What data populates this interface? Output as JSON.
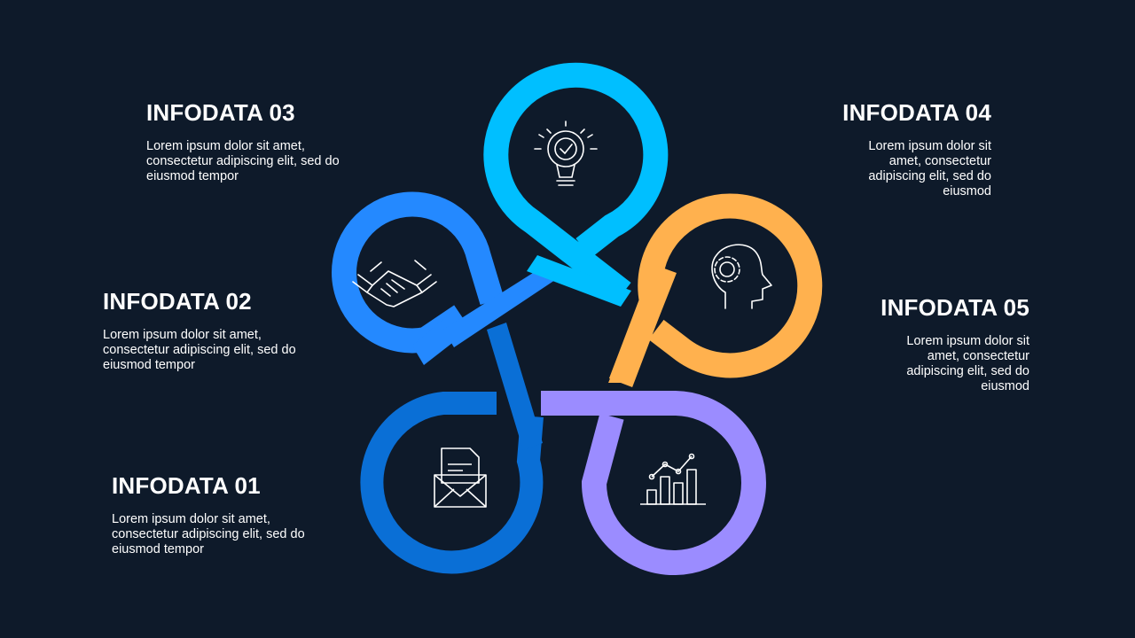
{
  "colors": {
    "background": "#0e1a2a",
    "petal_01": "#0a6fd6",
    "petal_02": "#2489ff",
    "petal_03": "#00bfff",
    "petal_04": "#ffb14e",
    "petal_05": "#9b8cff",
    "icon": "#ffffff"
  },
  "items": [
    {
      "title": "INFODATA 01",
      "text": "Lorem ipsum dolor sit amet, consectetur  adipiscing elit, sed do eiusmod tempor",
      "icon": "envelope-document-icon"
    },
    {
      "title": "INFODATA 02",
      "text": "Lorem ipsum dolor sit amet, consectetur  adipiscing elit, sed do eiusmod tempor",
      "icon": "handshake-icon"
    },
    {
      "title": "INFODATA 03",
      "text": "Lorem ipsum dolor sit amet, consectetur  adipiscing elit, sed do eiusmod tempor",
      "icon": "lightbulb-icon"
    },
    {
      "title": "INFODATA 04",
      "text": "Lorem ipsum dolor sit amet, consectetur adipiscing elit, sed do eiusmod",
      "icon": "head-gear-icon"
    },
    {
      "title": "INFODATA 05",
      "text": "Lorem ipsum dolor sit amet, consectetur adipiscing elit, sed do eiusmod",
      "icon": "bar-chart-icon"
    }
  ]
}
